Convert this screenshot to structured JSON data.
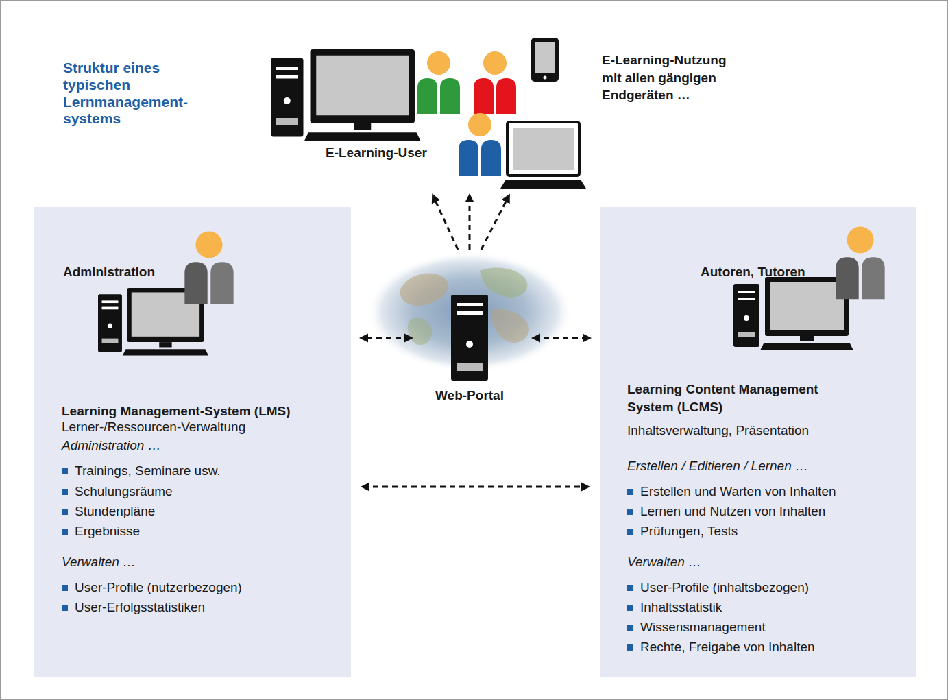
{
  "diagram": {
    "title": "Struktur eines typischen Lernmanagement- systems",
    "nodes": [
      {
        "text": [
          "E-Learning-User",
          "E-Learning-Nutzung mit allen gängigen Endgeräten …"
        ]
      },
      {
        "text": [
          "Administration",
          "Learning Management-System (LMS)",
          "Lerner-/Ressourcen-Verwaltung",
          "Administration …",
          "Trainings, Seminare usw.",
          "Schulungsräume",
          "Stundenpläne",
          "Ergebnisse",
          "Verwalten …",
          "User-Profile (nutzerbezogen)",
          "User-Erfolgsstatistiken"
        ]
      },
      {
        "text": [
          "Web-Portal"
        ]
      },
      {
        "text": [
          "Autoren, Tutoren",
          "Learning Content Management System (LCMS)",
          "Inhaltsverwaltung, Präsentation",
          "Erstellen / Editieren / Lernen …",
          "Erstellen und Warten von Inhalten",
          "Lernen und Nutzen von Inhalten",
          "Prüfungen, Tests",
          "Verwalten …",
          "User-Profile (inhaltsbezogen)",
          "Inhaltsstatistik",
          "Wissensmanagement",
          "Rechte, Freigabe von Inhalten"
        ]
      }
    ],
    "edges": [
      {
        "from": 2,
        "to": 0,
        "arrow": "to"
      },
      {
        "from": 2,
        "to": 0,
        "arrow": "to"
      },
      {
        "from": 2,
        "to": 0,
        "arrow": "to"
      },
      {
        "from": 2,
        "to": 1,
        "arrow": "both"
      },
      {
        "from": 2,
        "to": 3,
        "arrow": "both"
      },
      {
        "from": 1,
        "to": 3,
        "arrow": "both"
      }
    ]
  }
}
